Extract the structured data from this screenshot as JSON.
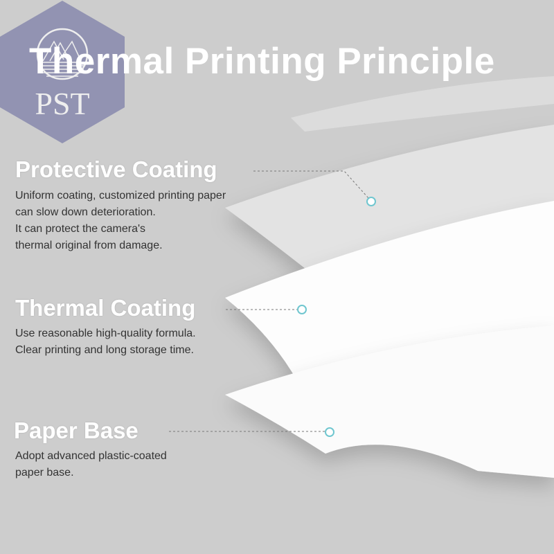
{
  "logo": {
    "text": "PST",
    "color": "#8e8fb0"
  },
  "title": "Thermal Printing Principle",
  "layers": [
    {
      "heading": "Protective Coating",
      "lines": [
        "Uniform coating, customized printing paper",
        "can slow down deterioration.",
        "It can protect the camera's",
        "thermal original from damage."
      ]
    },
    {
      "heading": "Thermal Coating",
      "lines": [
        "Use reasonable high-quality formula.",
        "Clear printing and long storage time."
      ]
    },
    {
      "heading": "Paper Base",
      "lines": [
        "Adopt advanced plastic-coated",
        "paper base."
      ]
    }
  ],
  "colors": {
    "background": "#cdcdcd",
    "marker": "#6fc6cf",
    "text": "#333333"
  }
}
